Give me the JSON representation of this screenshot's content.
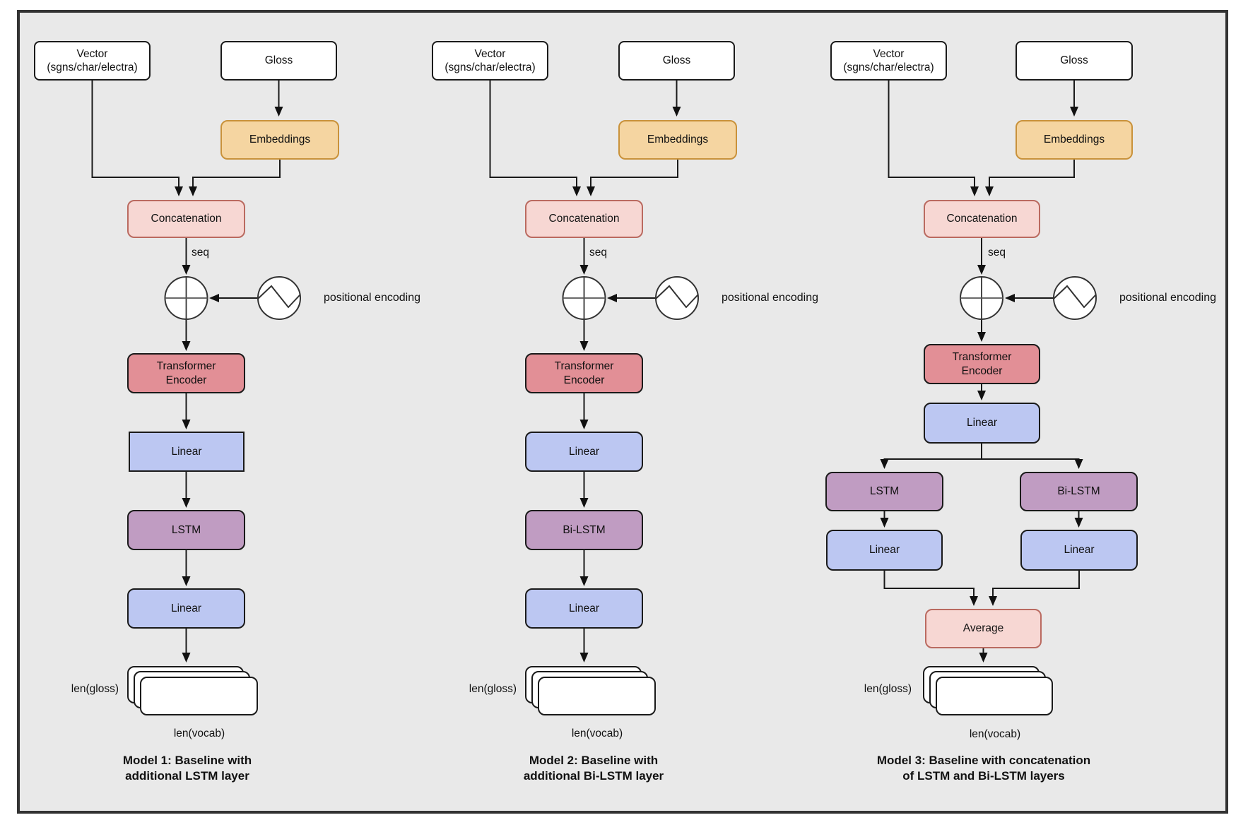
{
  "shared": {
    "seq": "seq",
    "positional": "positional encoding",
    "len_gloss": "len(gloss)",
    "len_vocab": "len(vocab)"
  },
  "colors": {
    "page_background": "#ffffff",
    "diagram_background": "#e9e9e9",
    "frame_border": "#333333",
    "node_stroke": "#1a1a1a",
    "white_node_fill": "#ffffff",
    "embeddings_fill": "#f5d5a1",
    "embeddings_stroke": "#c9923b",
    "concatenation_fill": "#f7d7d3",
    "concatenation_stroke": "#ba6a60",
    "transformer_fill": "#e28f96",
    "linear_fill": "#bcc7f2",
    "lstm_fill": "#c09cc2",
    "connector": "#1a1a1a"
  },
  "icons": {
    "plus_circle": "circled-plus (element-wise add)",
    "sine_circle": "sine-wave (positional encoding signal)"
  },
  "models": [
    {
      "vector": "Vector\n(sgns/char/electra)",
      "gloss": "Gloss",
      "embeddings": "Embeddings",
      "concatenation": "Concatenation",
      "transformer": "Transformer\nEncoder",
      "linear1": "Linear",
      "recurrent": "LSTM",
      "linear2": "Linear",
      "caption": "Model 1: Baseline with\nadditional LSTM layer"
    },
    {
      "vector": "Vector\n(sgns/char/electra)",
      "gloss": "Gloss",
      "embeddings": "Embeddings",
      "concatenation": "Concatenation",
      "transformer": "Transformer\nEncoder",
      "linear1": "Linear",
      "recurrent": "Bi-LSTM",
      "linear2": "Linear",
      "caption": "Model 2: Baseline with\nadditional Bi-LSTM layer"
    },
    {
      "vector": "Vector\n(sgns/char/electra)",
      "gloss": "Gloss",
      "embeddings": "Embeddings",
      "concatenation": "Concatenation",
      "transformer": "Transformer\nEncoder",
      "linear_top": "Linear",
      "lstm_branch": "LSTM",
      "bilstm_branch": "Bi-LSTM",
      "linear_left": "Linear",
      "linear_right": "Linear",
      "average": "Average",
      "caption": "Model 3: Baseline with concatenation\nof LSTM and Bi-LSTM layers"
    }
  ]
}
